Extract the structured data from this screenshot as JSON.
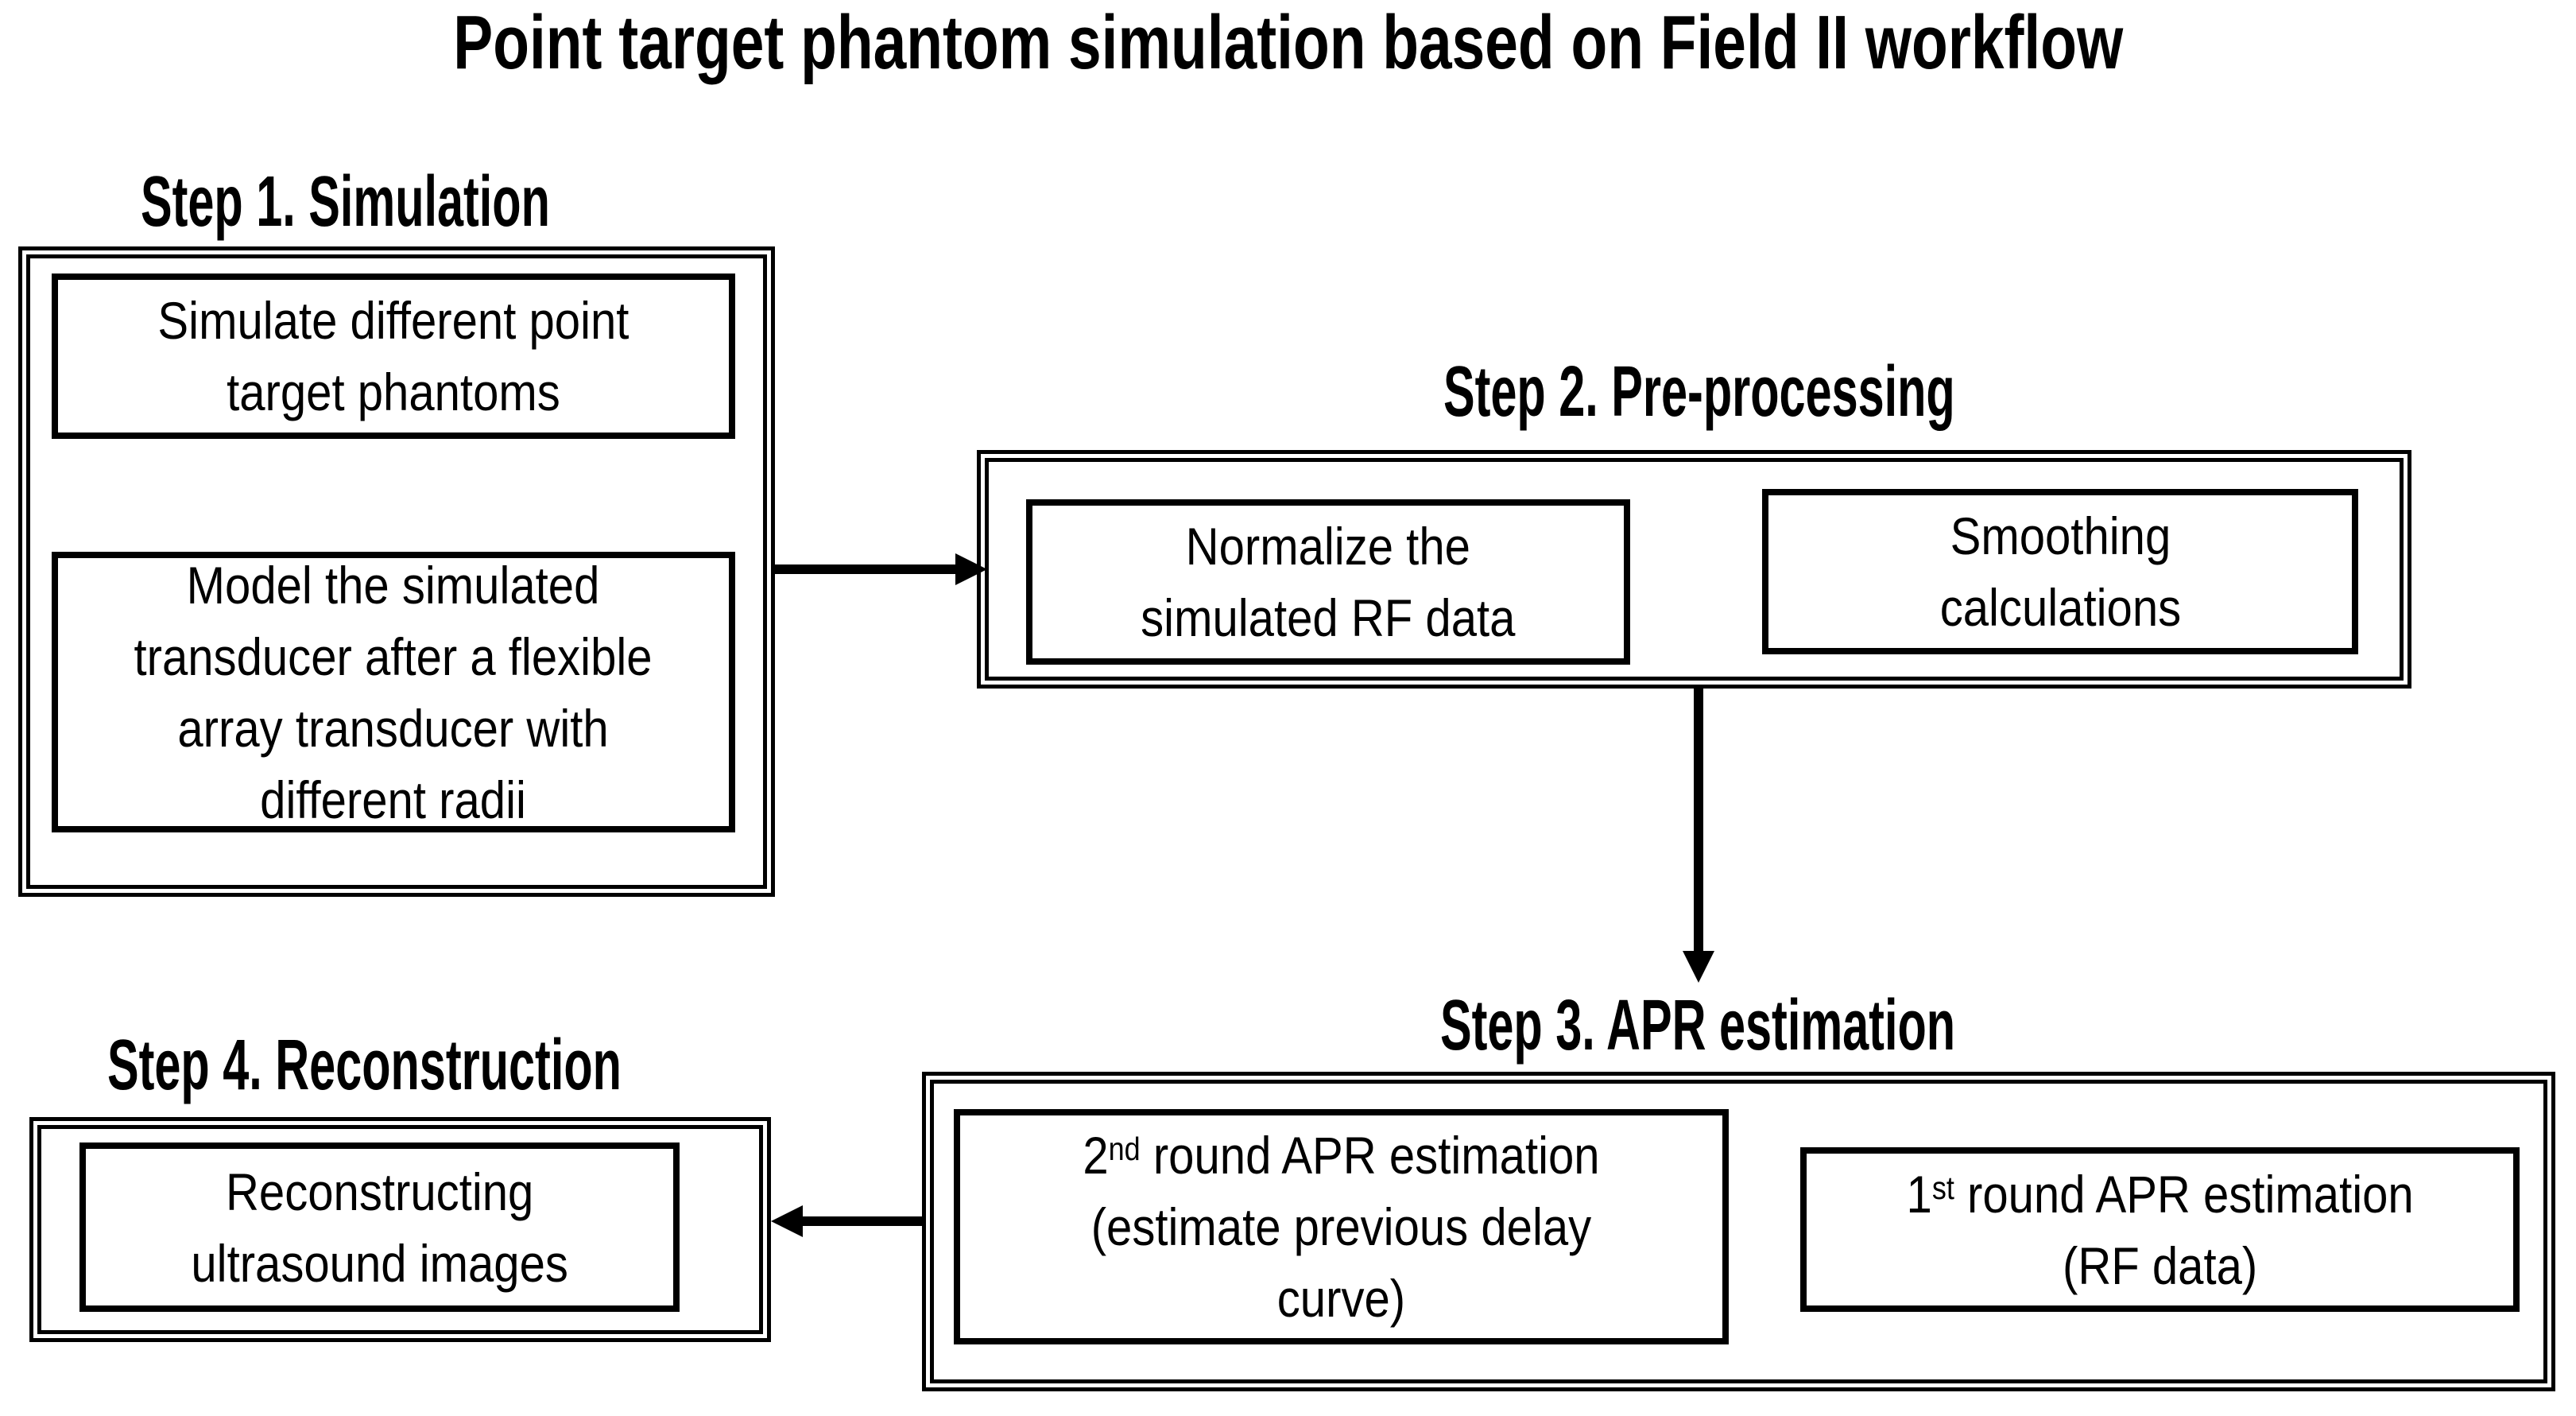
{
  "title": "Point target phantom simulation based on Field II workflow",
  "steps": {
    "step1": {
      "heading": "Step 1. Simulation",
      "box_simulate": "Simulate different point\ntarget phantoms",
      "box_model": "Model the simulated\ntransducer after a flexible\narray transducer with\ndifferent radii"
    },
    "step2": {
      "heading": "Step 2. Pre-processing",
      "box_normalize": "Normalize the\nsimulated RF data",
      "box_smoothing": "Smoothing\ncalculations"
    },
    "step3": {
      "heading": "Step 3. APR estimation",
      "box_round2": {
        "base": "2",
        "sup": "nd",
        "rest": " round APR estimation\n(estimate previous delay\ncurve)"
      },
      "box_round1": {
        "base": "1",
        "sup": "st",
        "rest": " round APR estimation\n(RF data)"
      }
    },
    "step4": {
      "heading": "Step 4. Reconstruction",
      "box_reconstruct": "Reconstructing\nultrasound images"
    }
  },
  "colors": {
    "ink": "#000000",
    "background": "#ffffff"
  }
}
